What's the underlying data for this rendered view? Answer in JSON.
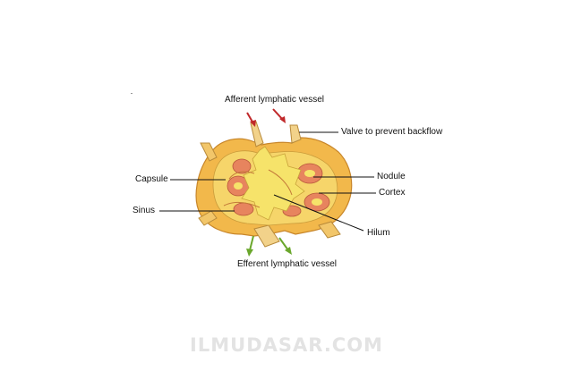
{
  "labels": {
    "afferent": "Afferent lymphatic vessel",
    "valve": "Valve to prevent backflow",
    "capsule": "Capsule",
    "nodule": "Nodule",
    "cortex": "Cortex",
    "sinus": "Sinus",
    "hilum": "Hilum",
    "efferent": "Efferent lymphatic vessel"
  },
  "watermark": "ILMUDASAR.COM",
  "colors": {
    "capsule": "#f2b84b",
    "medulla": "#f6e36a",
    "nodule": "#e7845e",
    "afferent_arrow": "#c0282a",
    "efferent_arrow": "#6aa72c",
    "leader_line": "#111111"
  }
}
